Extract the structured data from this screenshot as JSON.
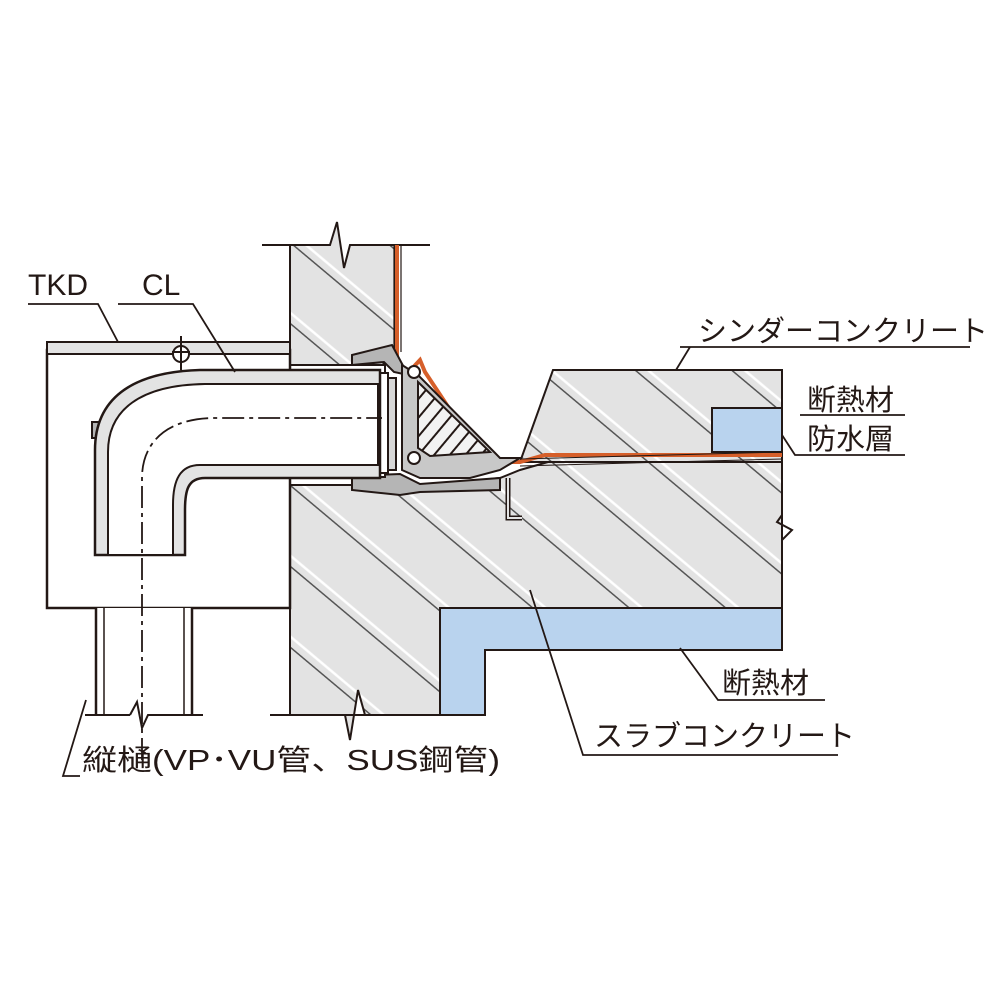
{
  "labels": {
    "tkd": "TKD",
    "cl": "CL",
    "cinder_concrete": "シンダーコンクリート",
    "insulation_top": "断熱材",
    "waterproof_layer": "防水層",
    "insulation_bottom": "断熱材",
    "slab_concrete": "スラブコンクリート",
    "downpipe": "縦樋(VP･VU管、SUS鋼管)"
  },
  "colors": {
    "concrete_fill": "#e3e3e3",
    "insulation_fill": "#b9d3ee",
    "waterproof_line": "#d65f2a",
    "outline": "#231815",
    "drain_metal": "#b5b5b5"
  }
}
